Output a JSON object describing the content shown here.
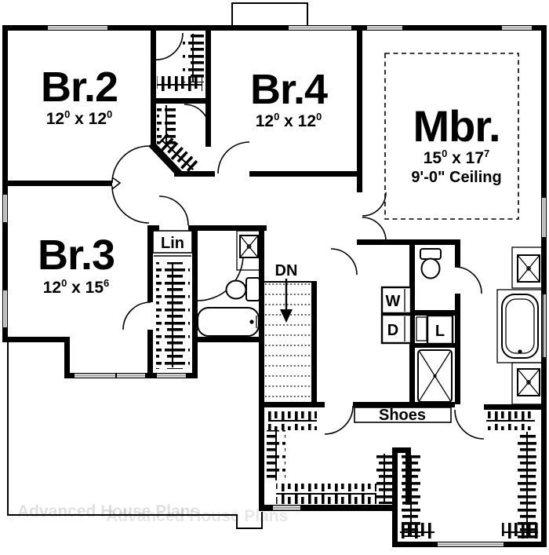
{
  "plan": {
    "colors": {
      "wall": "#000000",
      "window_glass": "#9a9a9a",
      "paper": "#ffffff"
    },
    "rooms": {
      "br2": {
        "name": "Br.2",
        "w": "12",
        "ws": "0",
        "sep": " x ",
        "h": "12",
        "hs": "0"
      },
      "br4": {
        "name": "Br.4",
        "w": "12",
        "ws": "0",
        "sep": " x ",
        "h": "12",
        "hs": "0"
      },
      "br3": {
        "name": "Br.3",
        "w": "12",
        "ws": "0",
        "sep": " x ",
        "h": "15",
        "hs": "6"
      },
      "mbr": {
        "name": "Mbr.",
        "w": "15",
        "ws": "0",
        "sep": " x ",
        "h": "17",
        "hs": "7",
        "ceiling": "9'-0\" Ceiling"
      }
    },
    "labels": {
      "linen": "Lin",
      "stair_direction": "DN",
      "washer": "W",
      "dryer": "D",
      "laundry": "L",
      "shoes": "Shoes"
    },
    "watermark": "Advanced House Plans"
  }
}
